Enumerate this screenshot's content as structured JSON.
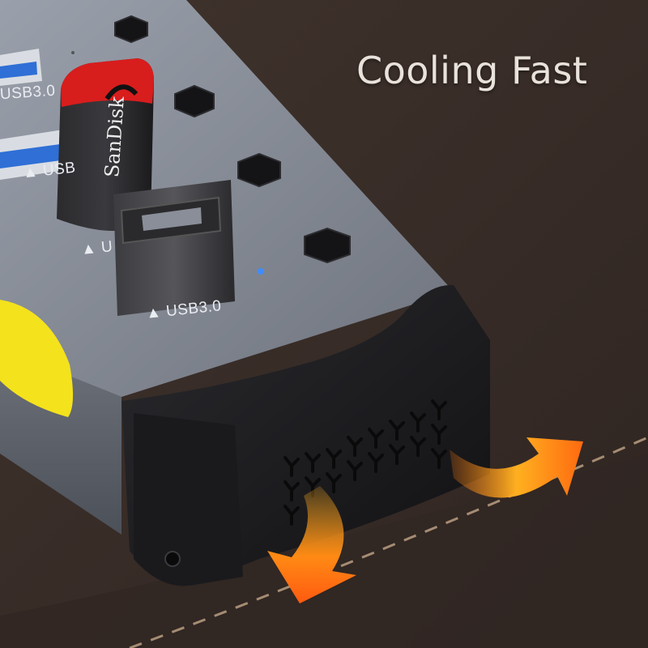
{
  "headline": "Cooling Fast",
  "port_labels": [
    "USB3.0",
    "▲ USB",
    "▲ U",
    "▲ USB3.0"
  ],
  "drive_brand": "SanDisk",
  "colors": {
    "desk": "#3b2f2a",
    "hub_body": "#8a8e99",
    "end_cap": "#1d1d20",
    "airflow": "#ff8a14",
    "led_strip": "#f4e21c",
    "status_led": "#3f8cff",
    "drive_cap": "#d81d1d"
  }
}
